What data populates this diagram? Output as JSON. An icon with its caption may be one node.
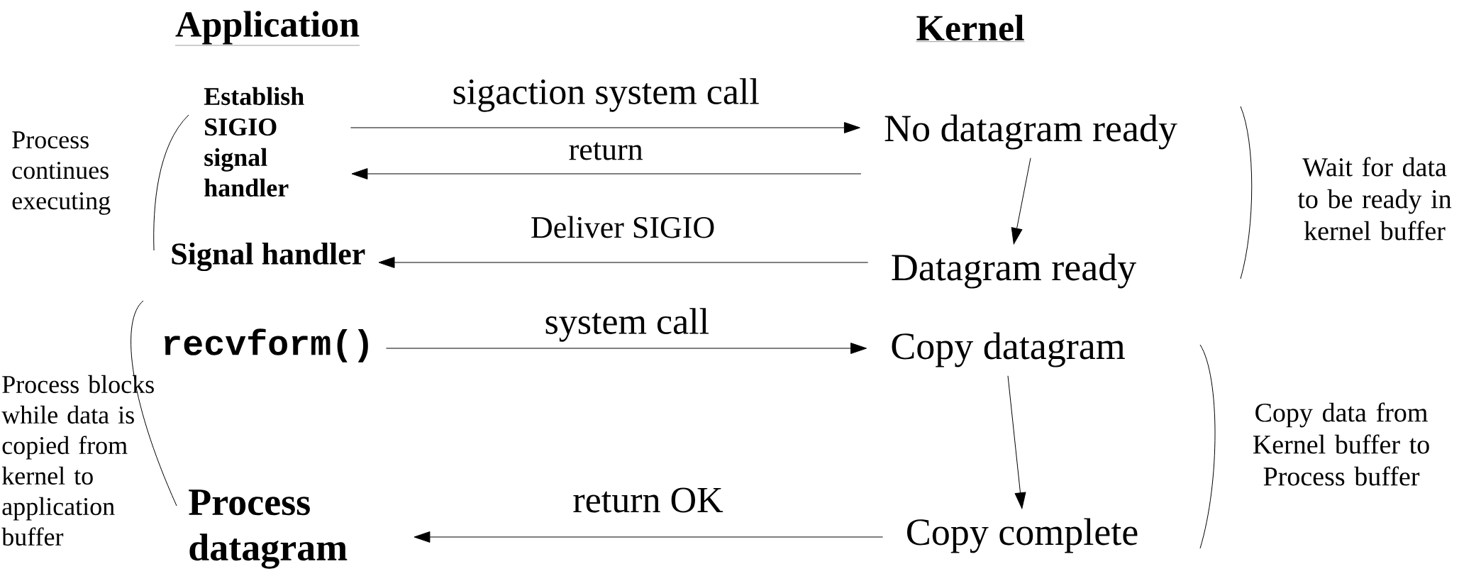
{
  "diagram": {
    "nodes": [
      {
        "text": [
          "Establish SIGIO signal handler"
        ]
      },
      {
        "text": [
          "No datagram ready"
        ]
      },
      {
        "text": [
          "Signal handler"
        ]
      },
      {
        "text": [
          "Datagram ready"
        ]
      },
      {
        "text": [
          "recvform()"
        ]
      },
      {
        "text": [
          "Copy datagram"
        ]
      },
      {
        "text": [
          "Process datagram"
        ]
      },
      {
        "text": [
          "Copy complete"
        ]
      }
    ],
    "edges": [
      {
        "from": 0,
        "to": 1,
        "arrow": "to",
        "label": "sigaction system call"
      },
      {
        "from": 1,
        "to": 0,
        "arrow": "to",
        "label": "return"
      },
      {
        "from": 1,
        "to": 3,
        "arrow": "to"
      },
      {
        "from": 3,
        "to": 2,
        "arrow": "to",
        "label": "Deliver SIGIO"
      },
      {
        "from": 4,
        "to": 5,
        "arrow": "to",
        "label": "system call"
      },
      {
        "from": 5,
        "to": 7,
        "arrow": "to"
      },
      {
        "from": 7,
        "to": 6,
        "arrow": "to",
        "label": "return OK"
      }
    ],
    "labels": [
      "Application",
      "Kernel",
      "Process continues executing",
      "Process blocks while data is copied from kernel to application buffer",
      "Wait for data to be ready in kernel buffer",
      "Copy data from Kernel buffer to Process buffer"
    ]
  }
}
